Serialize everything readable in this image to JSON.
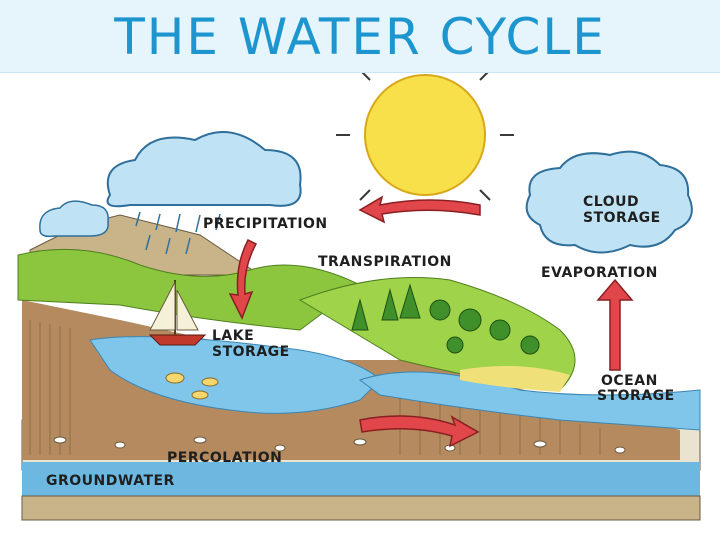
{
  "title": "THE WATER CYCLE",
  "labels": {
    "precipitation": "PRECIPITATION",
    "transpiration": "TRANSPIRATION",
    "cloud_storage_1": "CLOUD",
    "cloud_storage_2": "STORAGE",
    "evaporation": "EVAPORATION",
    "lake_storage_1": "LAKE",
    "lake_storage_2": "STORAGE",
    "ocean_storage_1": "OCEAN",
    "ocean_storage_2": "STORAGE",
    "percolation": "PERCOLATION",
    "groundwater": "GROUNDWATER"
  },
  "colors": {
    "title": "#1d96cf",
    "sky_band": "#e6f4fb",
    "sun": "#f7e04a",
    "cloud": "#bfe3f5",
    "arrow": "#e0464a",
    "water": "#7fc6ea",
    "grass": "#8cc63f",
    "soil": "#b48a5e",
    "groundwater": "#6db8e0"
  }
}
